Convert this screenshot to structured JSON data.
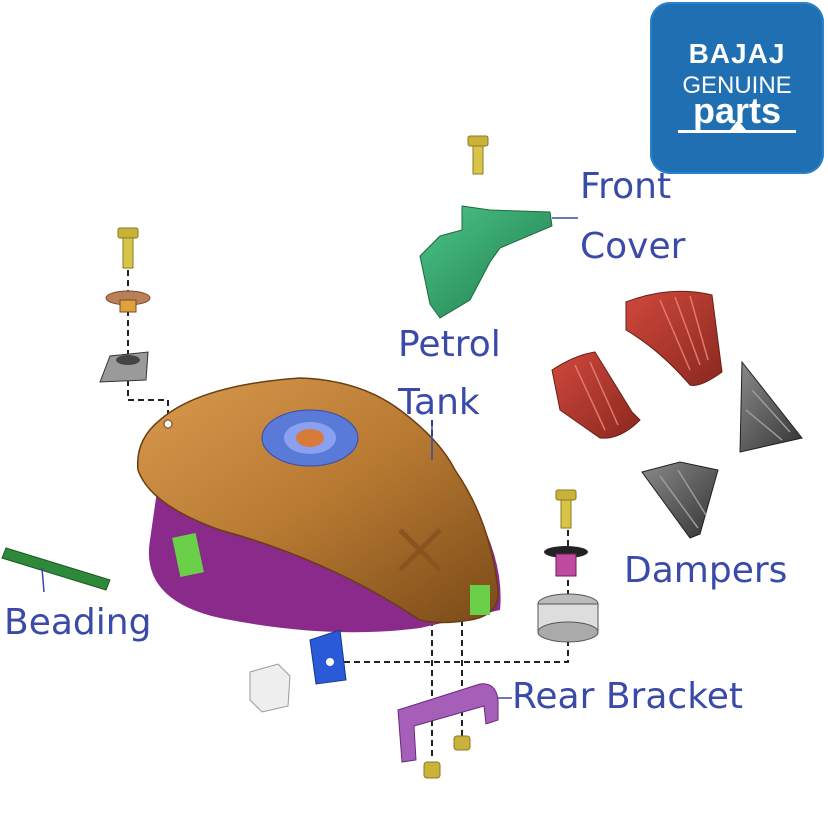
{
  "logo": {
    "brand": "BAJAJ",
    "line2": "GENUINE",
    "line3": "parts",
    "color": "#1f6fb2"
  },
  "labels": {
    "front_cover_1": "Front",
    "front_cover_2": "Cover",
    "petrol_tank_1": "Petrol",
    "petrol_tank_2": "Tank",
    "dampers": "Dampers",
    "beading": "Beading",
    "rear_bracket": "Rear Bracket"
  },
  "colors": {
    "label": "#3a4aa8",
    "tank": "#b87a32",
    "front_cover": "#2ea86b",
    "damper_red": "#b53a30",
    "damper_gray": "#5a5a5a",
    "beading": "#2e8a3a",
    "rear_bracket": "#a65fb8",
    "bolt": "#c9b23a"
  }
}
